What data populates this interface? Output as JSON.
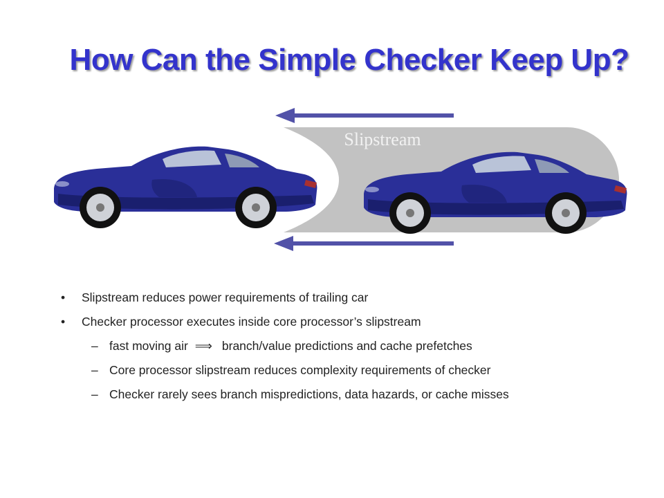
{
  "slide": {
    "title": "How Can the Simple Checker Keep Up?",
    "figure": {
      "slipstream_label": "Slipstream",
      "colors": {
        "arrow": "#5252a8",
        "slipstream_fill": "#c2c2c2",
        "label": "#f2f2f2",
        "car_body": "#2a2f98"
      }
    },
    "bullets": [
      {
        "marker": "•",
        "text": "Slipstream reduces power requirements of trailing car"
      },
      {
        "marker": "•",
        "text": "Checker processor executes inside core processor’s slipstream"
      }
    ],
    "sub_bullets": [
      {
        "marker": "–",
        "pre": "fast moving air",
        "symbol": "⟹",
        "post": "branch/value predictions and cache prefetches"
      },
      {
        "marker": "–",
        "text": "Core processor slipstream reduces complexity requirements of checker"
      },
      {
        "marker": "–",
        "text": "Checker rarely sees branch mispredictions, data hazards, or cache misses"
      }
    ]
  }
}
